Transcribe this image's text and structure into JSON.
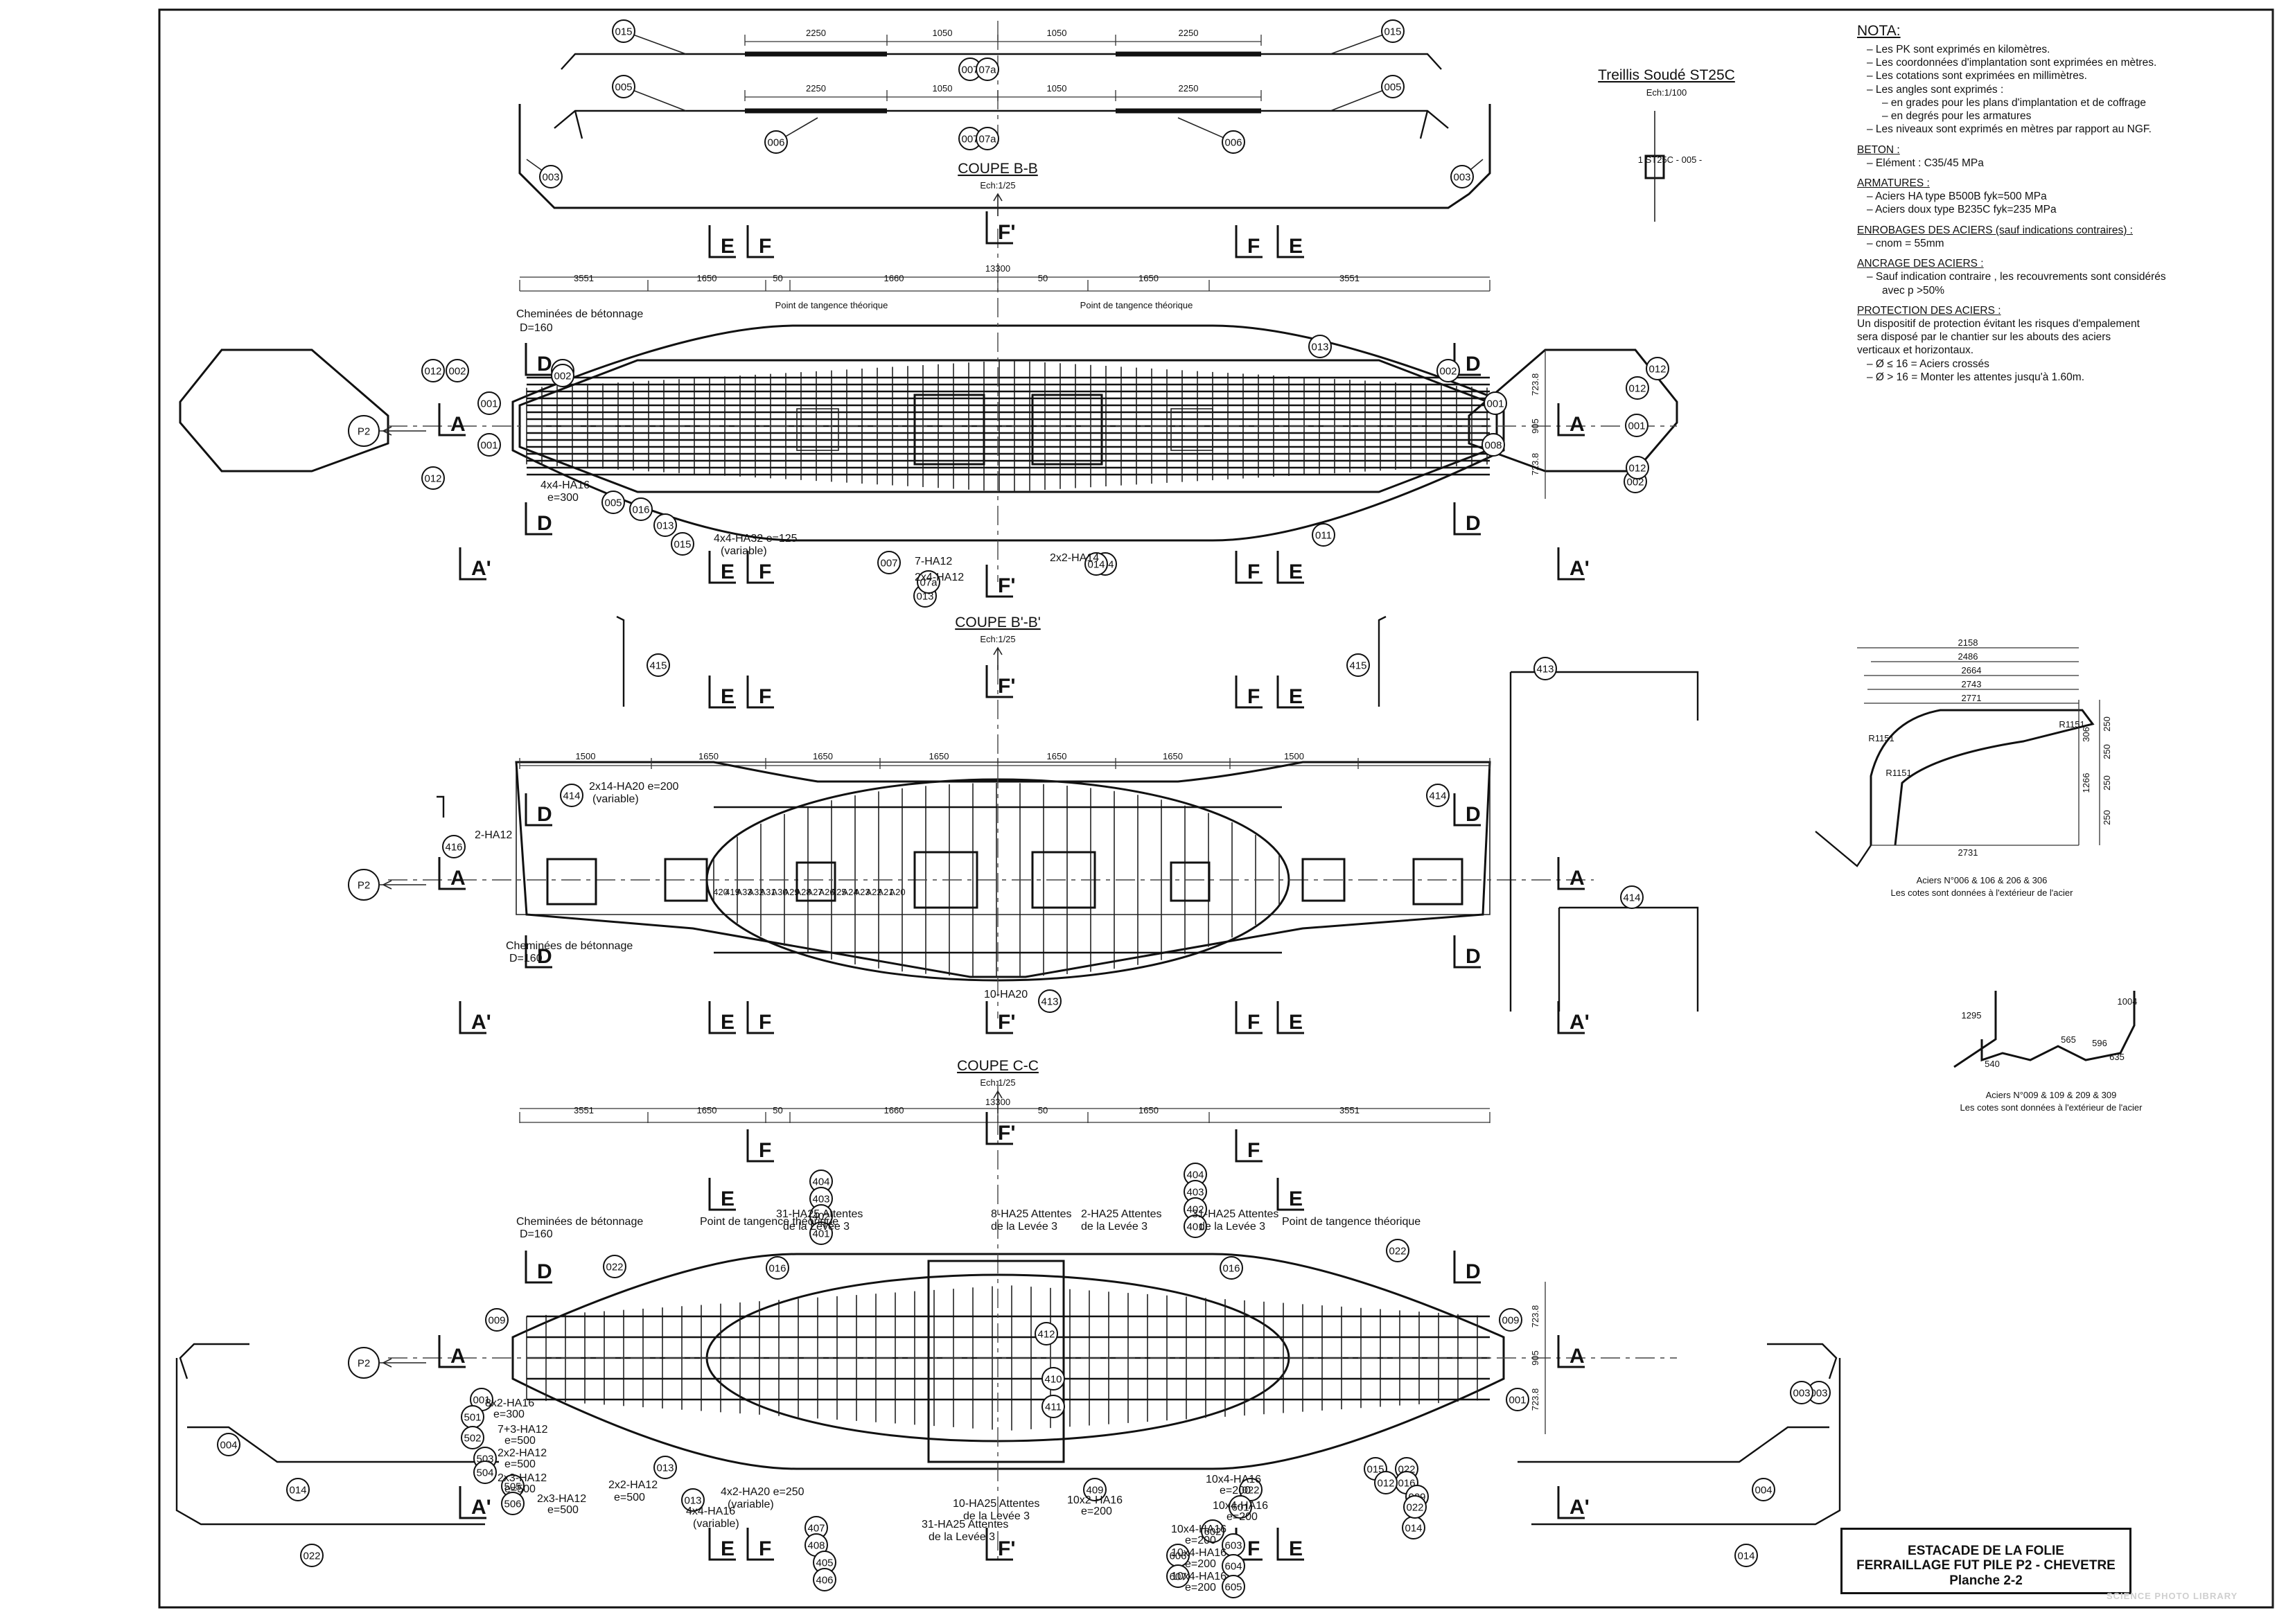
{
  "drawing": {
    "sections": {
      "bb": {
        "title": "COUPE  B-B",
        "scale": "Ech:1/25"
      },
      "bpbp": {
        "title": "COUPE  B'-B'",
        "scale": "Ech:1/25"
      },
      "cc": {
        "title": "COUPE  C-C",
        "scale": "Ech:1/25"
      }
    },
    "mesh": {
      "title": "Treillis Soudé ST25C",
      "scale": "Ech:1/100",
      "note": "1 ST25C - 005 -"
    },
    "section_marks": {
      "A": "A",
      "A_prime": "A'",
      "D": "D",
      "E": "E",
      "F": "F",
      "F_prime": "F'",
      "pier": "P2"
    },
    "top_bars": {
      "dims": [
        "2250",
        "1050",
        "1050",
        "2250"
      ],
      "marks": [
        "015",
        "015",
        "005",
        "005",
        "006",
        "006",
        "007",
        "007",
        "003",
        "003",
        "07a",
        "07a",
        "03"
      ]
    },
    "bb_plan": {
      "overall": "13300",
      "dims": [
        "3551",
        "1650",
        "50",
        "1660",
        "50",
        "1650",
        "3551"
      ],
      "side_dims": [
        "723.8",
        "905",
        "723.8"
      ],
      "labels": [
        "Cheminées de bétonnage",
        "D=160",
        "Point de tangence théorique",
        "Point de tangence théorique",
        "4x4-HA16",
        "e=300",
        "4x4-HA32 e=125",
        "(variable)",
        "7-HA12",
        "2x4-HA12",
        "2x2-HA14"
      ],
      "marks": [
        "012",
        "002",
        "001",
        "002",
        "012",
        "002",
        "005",
        "016",
        "013",
        "015",
        "013",
        "001",
        "002",
        "012",
        "002",
        "008",
        "012",
        "011",
        "013",
        "014",
        "001",
        "012",
        "001",
        "007",
        "07a",
        "014"
      ]
    },
    "bpbp_plan": {
      "dims": [
        "1500",
        "1650",
        "1650",
        "1650",
        "1650",
        "1650",
        "1500"
      ],
      "labels": [
        "2x14-HA20 e=200",
        "(variable)",
        "2-HA12",
        "Cheminées de bétonnage",
        "D=160",
        "10-HA20",
        "2-HA12"
      ],
      "marks": [
        "415",
        "415",
        "414",
        "414",
        "416",
        "413",
        "413",
        "414"
      ],
      "rebar_ids": [
        "420",
        "419",
        "A33",
        "A32",
        "A31",
        "A30",
        "A29",
        "A28",
        "A27",
        "A26",
        "A25",
        "A24",
        "A23",
        "A22",
        "A21",
        "A20"
      ]
    },
    "cc_plan": {
      "overall": "13300",
      "dims": [
        "3551",
        "1650",
        "50",
        "1660",
        "50",
        "1650",
        "3551"
      ],
      "side_dims": [
        "723.8",
        "905",
        "723.8"
      ],
      "labels": [
        "Cheminées de bétonnage",
        "D=160",
        "Point de tangence théorique",
        "Point de tangence théorique",
        "31-HA25 Attentes",
        "de la Levée 3",
        "8-HA25 Attentes",
        "de la Levée 3",
        "2-HA25 Attentes",
        "de la Levée 3",
        "31-HA25 Attentes",
        "de la Levée 3",
        "8x2-HA16",
        "e=300",
        "7+3-HA12",
        "e=500",
        "2x2-HA12",
        "e=500",
        "2x3-HA12",
        "e=500",
        "2x3-HA12",
        "e=500",
        "2x2-HA12",
        "e=500",
        "4x2-HA20 e=250",
        "(variable)",
        "4x4-HA16",
        "(variable)",
        "10-HA25 Attentes",
        "de la Levée 3",
        "31-HA25 Attentes",
        "de la Levée 3",
        "10x2-HA16",
        "e=200",
        "10x4-HA16",
        "e=200",
        "10x4-HA16",
        "e=200",
        "10x4-HA16",
        "e=200",
        "10x4-HA16",
        "e=200",
        "10x4-HA16",
        "e=200"
      ],
      "marks": [
        "404",
        "403",
        "402",
        "401",
        "404",
        "403",
        "402",
        "401",
        "022",
        "016",
        "009",
        "013",
        "001",
        "022",
        "016",
        "009",
        "003",
        "004",
        "014",
        "022",
        "001",
        "501",
        "502",
        "503",
        "504",
        "505",
        "506",
        "013",
        "407",
        "408",
        "405",
        "406",
        "412",
        "410",
        "411",
        "409",
        "022",
        "016",
        "009",
        "014",
        "015",
        "012",
        "022",
        "003",
        "004",
        "014",
        "022",
        "601",
        "602",
        "603",
        "604",
        "605",
        "606",
        "607",
        "608"
      ]
    },
    "detail_1": {
      "dims": [
        "2158",
        "2486",
        "2664",
        "2743",
        "2771",
        "2731",
        "1266",
        "306",
        "250",
        "250",
        "250",
        "250"
      ],
      "labels": [
        "R1151",
        "R1151",
        "R1151"
      ],
      "caption1": "Aciers N°006 & 106 & 206 & 306",
      "caption2": "Les cotes sont données à l'extérieur de l'acier"
    },
    "detail_2": {
      "dims": [
        "1295",
        "1004",
        "565",
        "596",
        "635",
        "540"
      ],
      "caption1": "Aciers N°009 & 109 & 209 & 309",
      "caption2": "Les cotes sont données à l'extérieur de l'acier"
    }
  },
  "notes": {
    "heading": "NOTA:",
    "general": [
      "– Les PK sont exprimés en kilomètres.",
      "– Les coordonnées d'implantation sont exprimées en mètres.",
      "– Les cotations sont exprimées en millimètres.",
      "– Les angles sont exprimés :"
    ],
    "angles": [
      "– en grades pour les plans d'implantation et de coffrage",
      "– en degrés pour les armatures"
    ],
    "levels": "– Les niveaux sont exprimés en mètres par rapport au NGF.",
    "beton_h": "BETON :",
    "beton": [
      "– Elément : C35/45 MPa"
    ],
    "arm_h": "ARMATURES :",
    "arm": [
      "– Aciers HA type B500B fyk=500 MPa",
      "– Aciers doux type B235C fyk=235 MPa"
    ],
    "enrob_h": "ENROBAGES DES ACIERS (sauf indications contraires) :",
    "enrob": [
      "– cnom = 55mm"
    ],
    "ancr_h": "ANCRAGE DES ACIERS :",
    "ancr": [
      "– Sauf indication contraire , les recouvrements sont considérés",
      "avec  p >50%"
    ],
    "prot_h": "PROTECTION DES ACIERS :",
    "prot": [
      "Un dispositif de protection évitant les risques d'empalement",
      "sera disposé par le chantier sur les abouts des aciers",
      "verticaux et horizontaux."
    ],
    "prot_items": [
      "– Ø ≤ 16 = Aciers crossés",
      "– Ø > 16 = Monter les attentes jusqu'à 1.60m."
    ]
  },
  "titleblock": {
    "line1": "ESTACADE DE LA FOLIE",
    "line2": "FERRAILLAGE FUT PILE P2 - CHEVETRE",
    "line3": "Planche 2-2"
  },
  "watermark": "SCIENCE PHOTO LIBRARY"
}
